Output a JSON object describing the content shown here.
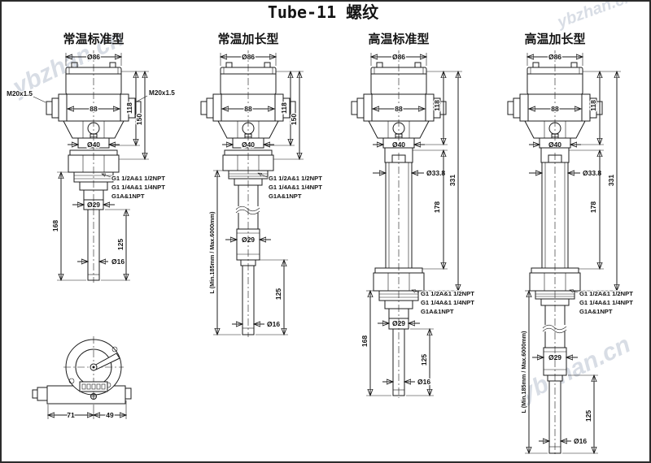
{
  "title": "Tube-11 螺纹",
  "watermark": "ybzhan.cn",
  "columns": [
    {
      "label": "常温标准型",
      "dims": {
        "top_dia": "Ø86",
        "body_w": "88",
        "gland_left": "M20x1.5",
        "gland_right": "M20x1.5",
        "head_h": "118",
        "head_total": "150",
        "neck_dia": "Ø40",
        "stem_dia": "Ø29",
        "insert_len": "168",
        "probe_len": "125",
        "probe_dia": "Ø16"
      },
      "threads": [
        "G1 1/2A&1 1/2NPT",
        "G1 1/4A&1 1/4NPT",
        "G1A&1NPT"
      ]
    },
    {
      "label": "常温加长型",
      "dims": {
        "top_dia": "Ø86",
        "body_w": "88",
        "head_h": "118",
        "head_total": "150",
        "neck_dia": "Ø40",
        "stem_dia": "Ø29",
        "ext_len": "L (Min.185mm / Max.6000mm)",
        "probe_len": "125",
        "probe_dia": "Ø16"
      },
      "threads": [
        "G1 1/2A&1 1/2NPT",
        "G1 1/4A&1 1/4NPT",
        "G1A&1NPT"
      ]
    },
    {
      "label": "高温标准型",
      "dims": {
        "top_dia": "Ø86",
        "body_w": "88",
        "head_h": "118",
        "tube_dia": "Ø33.8",
        "tube_len": "178",
        "total_len": "331",
        "neck_dia": "Ø40",
        "stem_dia": "Ø29",
        "insert_len": "168",
        "probe_len": "125",
        "probe_dia": "Ø16"
      },
      "threads": [
        "G1 1/2A&1 1/2NPT",
        "G1 1/4A&1 1/4NPT",
        "G1A&1NPT"
      ]
    },
    {
      "label": "高温加长型",
      "dims": {
        "top_dia": "Ø86",
        "body_w": "88",
        "head_h": "118",
        "tube_dia": "Ø33.8",
        "tube_len": "178",
        "total_len": "331",
        "neck_dia": "Ø40",
        "stem_dia": "Ø29",
        "ext_len": "L (Min.185mm / Max.6000mm)",
        "probe_len": "125",
        "probe_dia": "Ø16"
      },
      "threads": [
        "G1 1/2A&1 1/2NPT",
        "G1 1/4A&1 1/4NPT",
        "G1A&1NPT"
      ]
    }
  ],
  "side_view": {
    "width_left": "71",
    "width_right": "49"
  }
}
